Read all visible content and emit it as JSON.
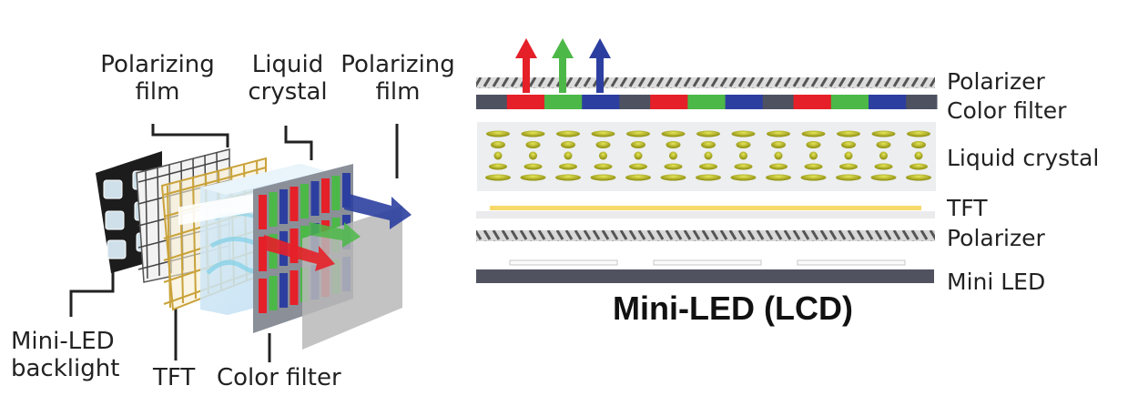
{
  "left_diagram": {
    "labels": {
      "polarizing_film_back": [
        "Polarizing",
        "film"
      ],
      "liquid_crystal": [
        "Liquid",
        "crystal"
      ],
      "polarizing_film_front": [
        "Polarizing",
        "film"
      ],
      "mini_led_backlight": [
        "Mini-LED",
        "backlight"
      ],
      "tft": "TFT",
      "color_filter": "Color filter"
    }
  },
  "right_diagram": {
    "title": "Mini-LED (LCD)",
    "layers": [
      {
        "name": "Polarizer"
      },
      {
        "name": "Color filter"
      },
      {
        "name": "Liquid crystal"
      },
      {
        "name": "TFT"
      },
      {
        "name": "Polarizer"
      },
      {
        "name": "Mini LED"
      }
    ],
    "color_filter_sequence": [
      "black",
      "red",
      "green",
      "blue",
      "black",
      "red",
      "green",
      "blue",
      "black",
      "red",
      "green",
      "blue",
      "black"
    ],
    "output_arrows": [
      "red",
      "green",
      "blue"
    ],
    "liquid_crystal_columns": 13,
    "mini_led_segments": 3
  },
  "colors": {
    "red": "#e52028",
    "green": "#4cb848",
    "blue": "#2c3fa0",
    "black_matrix": "#4e5160",
    "lc_molecule": "#b5b51e",
    "lc_bg": "#eceef0",
    "tft_line": "#f7d96a",
    "mini_led_bar": "#50535f",
    "tft_gold": "#c9a23a",
    "lc_cyan": "#bfe3f2"
  }
}
